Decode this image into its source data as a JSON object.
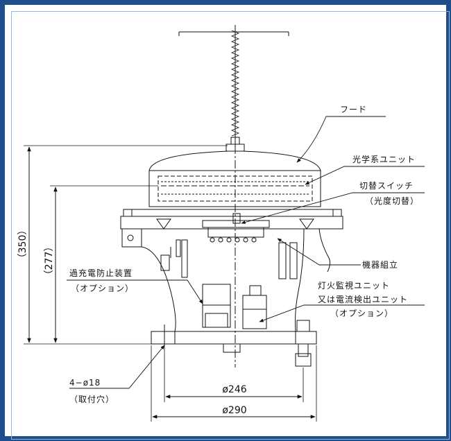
{
  "labels": {
    "hood": "フード",
    "optical_unit": "光学系ユニット",
    "switch": "切替スイッチ",
    "switch_sub": "（光度切替）",
    "equipment_assembly": "機器組立",
    "overcharge": "過充電防止装置",
    "overcharge_opt": "（オプション）",
    "lamp_monitor": "灯火監視ユニット",
    "current_detect": "又は電流検出ユニット",
    "monitor_opt": "（オプション）",
    "holes": "4−ø18",
    "holes_sub": "（取付穴）"
  },
  "dimensions": {
    "height_total": "（350）",
    "height_lamp": "（277）",
    "pcd": "ø246",
    "base_width": "ø290"
  },
  "colors": {
    "frame": "#1f4e8c",
    "line": "#111111",
    "body_fill": "#ffffff"
  }
}
